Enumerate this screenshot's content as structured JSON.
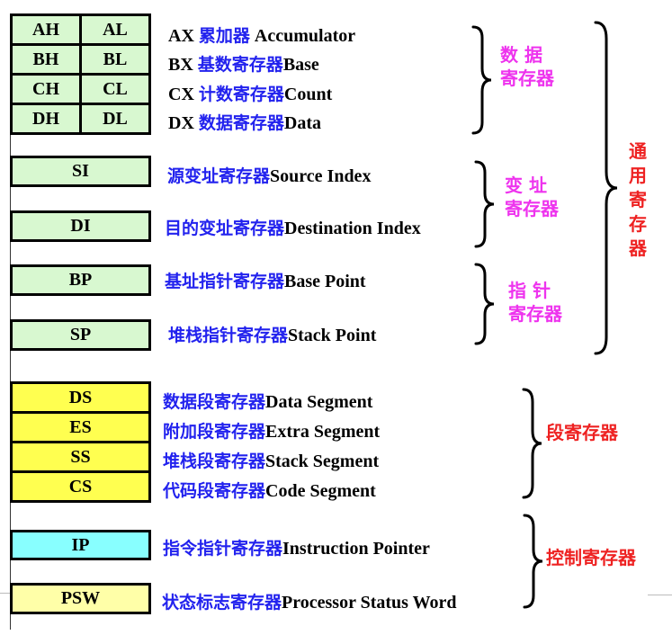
{
  "data_registers": [
    {
      "high": "AH",
      "low": "AL",
      "name": "AX",
      "cn": "累加器",
      "en": " Accumulator"
    },
    {
      "high": "BH",
      "low": "BL",
      "name": "BX",
      "cn": "基数寄存器",
      "en": "Base"
    },
    {
      "high": "CH",
      "low": "CL",
      "name": "CX",
      "cn": "计数寄存器",
      "en": "Count"
    },
    {
      "high": "DH",
      "low": "DL",
      "name": "DX",
      "cn": "数据寄存器",
      "en": "Data"
    }
  ],
  "pointer_index_registers": [
    {
      "label": "SI",
      "cn": "源变址寄存器",
      "en": "Source Index"
    },
    {
      "label": "DI",
      "cn": "目的变址寄存器",
      "en": "Destination Index"
    },
    {
      "label": "BP",
      "cn": "基址指针寄存器",
      "en": "Base Point"
    },
    {
      "label": "SP",
      "cn": "堆栈指针寄存器",
      "en": "Stack Point"
    }
  ],
  "segment_registers": [
    {
      "label": "DS",
      "cn": "数据段寄存器",
      "en": "Data Segment"
    },
    {
      "label": "ES",
      "cn": "附加段寄存器",
      "en": "Extra Segment"
    },
    {
      "label": "SS",
      "cn": "堆栈段寄存器",
      "en": "Stack Segment"
    },
    {
      "label": "CS",
      "cn": "代码段寄存器",
      "en": "Code Segment"
    }
  ],
  "control_registers": [
    {
      "label": "IP",
      "cn": "指令指针寄存器",
      "en": "Instruction Pointer"
    },
    {
      "label": "PSW",
      "cn": "状态标志寄存器",
      "en": "Processor Status Word"
    }
  ],
  "groups": {
    "data": {
      "line1": "数 据",
      "line2": "寄存器"
    },
    "index": {
      "line1": "变 址",
      "line2": "寄存器"
    },
    "pointer": {
      "line1": "指 针",
      "line2": "寄存器"
    },
    "general": {
      "chars": [
        "通",
        "用",
        "寄",
        "存",
        "器"
      ]
    },
    "segment": {
      "label": "段寄存器"
    },
    "control": {
      "label": "控制寄存器"
    }
  },
  "colors": {
    "general_fill": "#d8f8d0",
    "segment_fill": "#ffff50",
    "ip_fill": "#88ffff",
    "psw_fill": "#ffffa8",
    "cn_text": "#2222ee",
    "subgroup_label": "#ee33ee",
    "group_label": "#ee2222"
  }
}
